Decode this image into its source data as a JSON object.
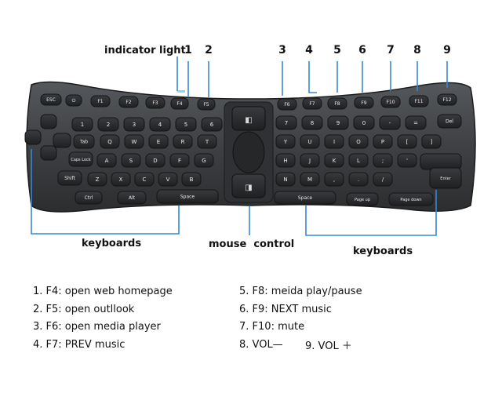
{
  "callouts": {
    "indicator_light": "indicator light",
    "numbers": [
      "1",
      "2",
      "3",
      "4",
      "5",
      "6",
      "7",
      "8",
      "9"
    ],
    "keyboards_left": "keyboards",
    "mouse_control": "mouse  control",
    "keyboards_right": "keyboards"
  },
  "legend": [
    {
      "n": "1.",
      "text": "F4: open web homepage"
    },
    {
      "n": "2.",
      "text": "F5: open outllook"
    },
    {
      "n": "3.",
      "text": "F6: open media player"
    },
    {
      "n": "4.",
      "text": "F7: PREV music"
    },
    {
      "n": "5.",
      "text": "F8: meida play/pause"
    },
    {
      "n": "6.",
      "text": "F9: NEXT music"
    },
    {
      "n": "7.",
      "text": "F10: mute"
    },
    {
      "n": "8.",
      "text": "VOL—"
    },
    {
      "n": "9.",
      "text": "VOL ＋"
    }
  ],
  "keys": {
    "fn_left": [
      "ESC",
      "⏻",
      "F1",
      "F2",
      "F3",
      "F4",
      "F5"
    ],
    "fn_right": [
      "F6",
      "F7",
      "F8",
      "F9",
      "F10",
      "F11",
      "F12"
    ],
    "del": "Del",
    "tab": "Tab",
    "caps": "Caps Lock",
    "shift": "Shift",
    "ctrl": "Ctrl",
    "alt": "Alt",
    "space": "Space",
    "page_up": "Page up",
    "page_down": "Page down",
    "enter": "Enter",
    "row1_left": [
      "1",
      "2",
      "3",
      "4",
      "5",
      "6"
    ],
    "row1_right": [
      "7",
      "8",
      "9",
      "0",
      "-",
      "="
    ],
    "row2_left": [
      "Q",
      "W",
      "E",
      "R",
      "T"
    ],
    "row2_right": [
      "Y",
      "U",
      "I",
      "O",
      "P",
      "[",
      "]"
    ],
    "row3_left": [
      "A",
      "S",
      "D",
      "F",
      "G"
    ],
    "row3_right": [
      "H",
      "J",
      "K",
      "L",
      ";",
      "'"
    ],
    "row4_left": [
      "Z",
      "X",
      "C",
      "V",
      "B"
    ],
    "row4_right": [
      "N",
      "M",
      ",",
      ".",
      "/"
    ]
  },
  "colors": {
    "body": "#3d3f42",
    "key": "#2a2b2d",
    "key_label": "#e8e8e8",
    "callout_line": "#3a86d8"
  }
}
